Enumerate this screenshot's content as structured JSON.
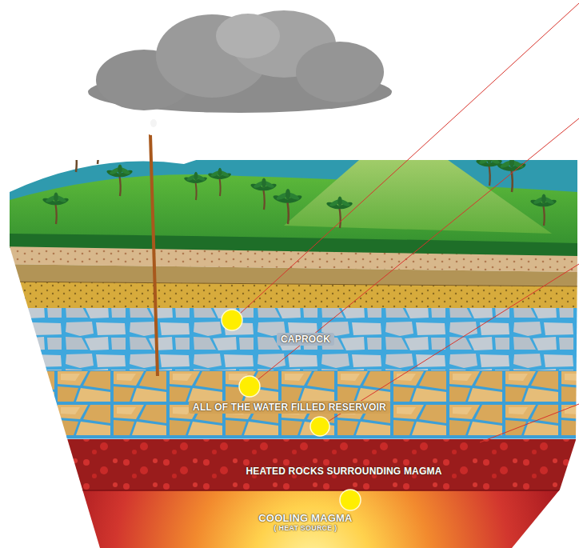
{
  "diagram": {
    "nodes": [
      {
        "text": [
          "CAPROCK"
        ]
      },
      {
        "text": [
          "ALL OF THE WATER FILLED RESERVOIR"
        ]
      },
      {
        "text": [
          "HEATED ROCKS SURROUNDING MAGMA"
        ]
      },
      {
        "text": [
          "COOLING MAGMA",
          "( HEAT SOURCE )"
        ]
      }
    ]
  }
}
